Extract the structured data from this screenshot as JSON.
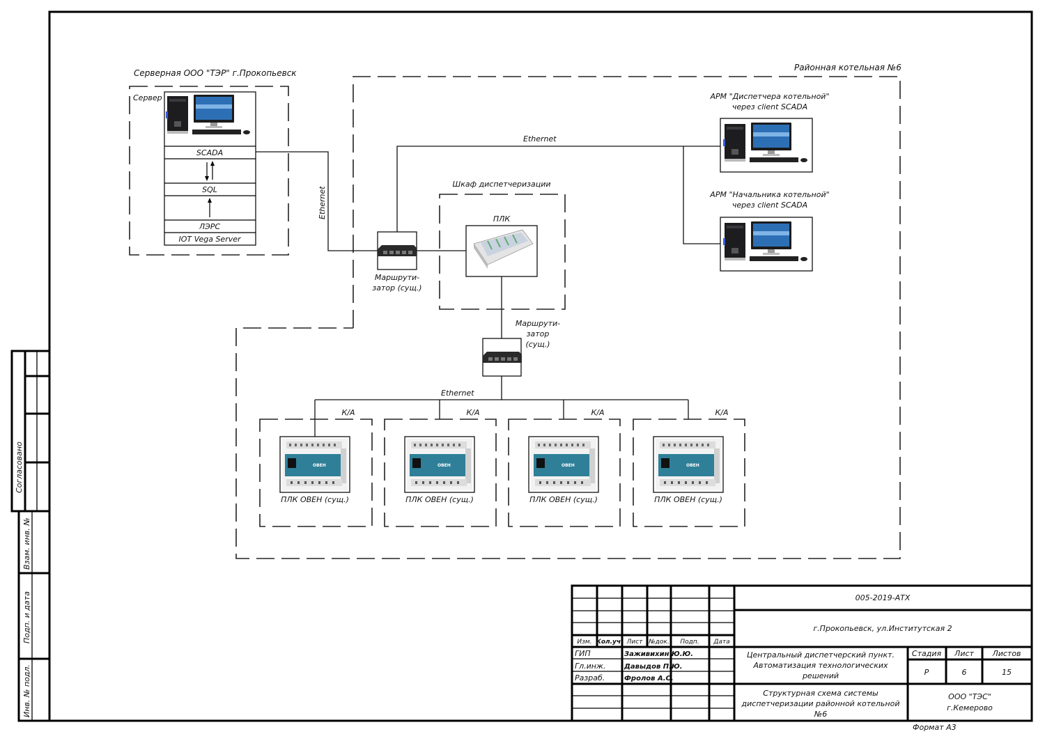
{
  "server_room": {
    "title": "Серверная ООО \"ТЭР\" г.Прокопьевск",
    "server_label": "Сервер",
    "stack": [
      "SCADA",
      "SQL",
      "ЛЭРС",
      "IOT Vega Server"
    ]
  },
  "boiler_house": {
    "title": "Районная котельная №6"
  },
  "workstations": [
    {
      "title_line1": "АРМ \"Диспетчера котельной\"",
      "title_line2": "через client SCADA",
      "icon": "desktop-computer-icon"
    },
    {
      "title_line1": "АРМ \"Начальника котельной\"",
      "title_line2": "через client SCADA",
      "icon": "desktop-computer-icon"
    }
  ],
  "links": {
    "ethernet_vertical": "Ethernet",
    "ethernet_top": "Ethernet",
    "ethernet_bottom": "Ethernet"
  },
  "router_1": {
    "line1": "Маршрути-",
    "line2": "затор (сущ.)",
    "icon": "network-switch-icon"
  },
  "router_2": {
    "line1": "Маршрути-",
    "line2": "затор",
    "line3": "(сущ.)",
    "icon": "network-switch-icon"
  },
  "cabinet": {
    "title": "Шкаф диспетчеризации",
    "plc_label": "ПЛК",
    "icon": "plc-module-icon"
  },
  "field_plcs": [
    {
      "link_label": "К/А",
      "label": "ПЛК ОВЕН (сущ.)"
    },
    {
      "link_label": "К/А",
      "label": "ПЛК ОВЕН (сущ.)"
    },
    {
      "link_label": "К/А",
      "label": "ПЛК ОВЕН (сущ.)"
    },
    {
      "link_label": "К/А",
      "label": "ПЛК ОВЕН (сущ.)"
    }
  ],
  "side_stamp": {
    "agreed": "Согласовано",
    "replace_inv": "Взам. инв. №",
    "sign_date": "Подп. и дата",
    "orig_inv": "Инв. № подл."
  },
  "title_block": {
    "doc_code": "005-2019-АТХ",
    "address": "г.Прокопьевск, ул.Институтская 2",
    "project_line1": "Центральный диспетчерский пункт.",
    "project_line2": "Автоматизация технологических",
    "project_line3": "решений",
    "sheet_title_line1": "Структурная схема системы",
    "sheet_title_line2": "диспетчеризации районной котельной",
    "sheet_title_line3": "№6",
    "stage_header": "Стадия",
    "sheet_header": "Лист",
    "sheets_header": "Листов",
    "stage": "Р",
    "sheet": "6",
    "sheets": "15",
    "org_line1": "ООО \"ТЭС\"",
    "org_line2": "г.Кемерово",
    "format": "Формат А3",
    "columns": [
      "Изм.",
      "Кол.уч.",
      "Лист",
      "№док.",
      "Подп.",
      "Дата"
    ],
    "roles": [
      {
        "role": "ГИП",
        "name": "Заживихин Ю.Ю."
      },
      {
        "role": "Гл.инж.",
        "name": "Давыдов П.Ю."
      },
      {
        "role": "Разраб.",
        "name": "Фролов А.С."
      }
    ]
  }
}
